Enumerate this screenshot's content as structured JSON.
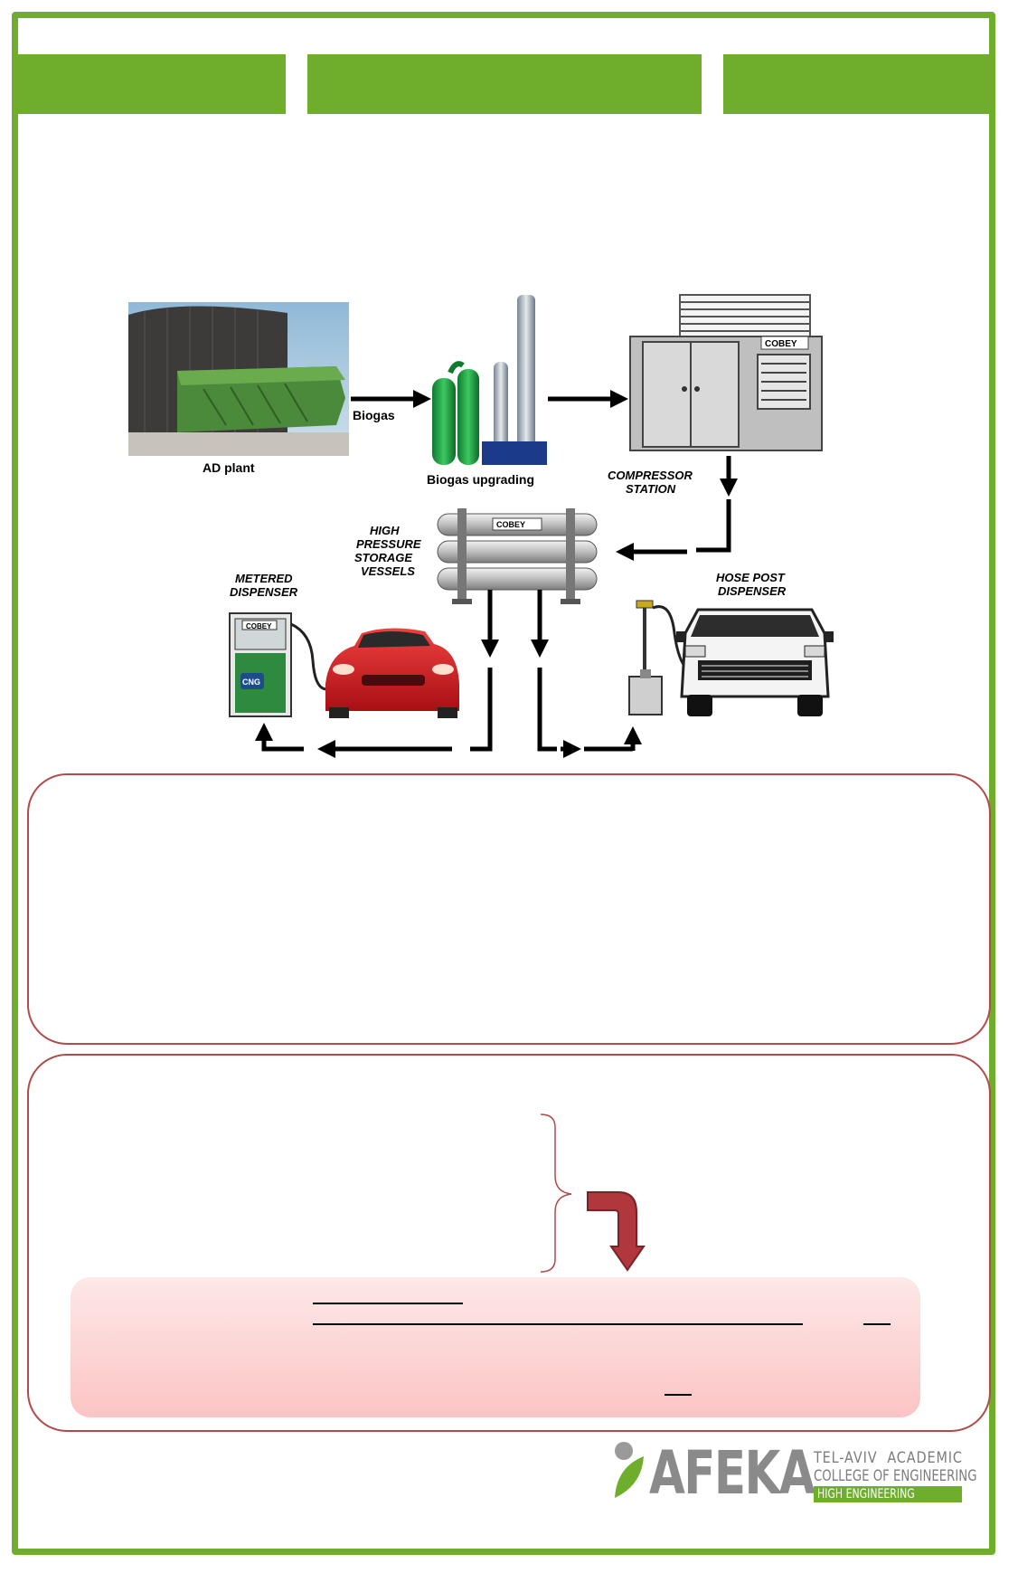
{
  "diagram": {
    "labels": {
      "ad_plant": "AD plant",
      "biogas": "Biogas",
      "biogas_upgrading": "Biogas upgrading",
      "compressor_station": [
        "COMPRESSOR",
        "STATION"
      ],
      "storage": [
        "HIGH",
        "PRESSURE",
        "STORAGE",
        "VESSELS"
      ],
      "metered_dispenser": [
        "METERED",
        "DISPENSER"
      ],
      "hose_post_dispenser": [
        "HOSE POST",
        "DISPENSER"
      ],
      "cobey": "COBEY",
      "cng": "CNG"
    }
  },
  "logo": {
    "wordmark": "AFEKA",
    "line1": "TEL-AVIV  ACADEMIC",
    "line2": "COLLEGE OF ENGINEERING",
    "tagline": "HIGH ENGINEERING"
  },
  "colors": {
    "frame_green": "#6fae2c",
    "panel_border": "#b34a4a",
    "arrow_red": "#b0373c"
  }
}
